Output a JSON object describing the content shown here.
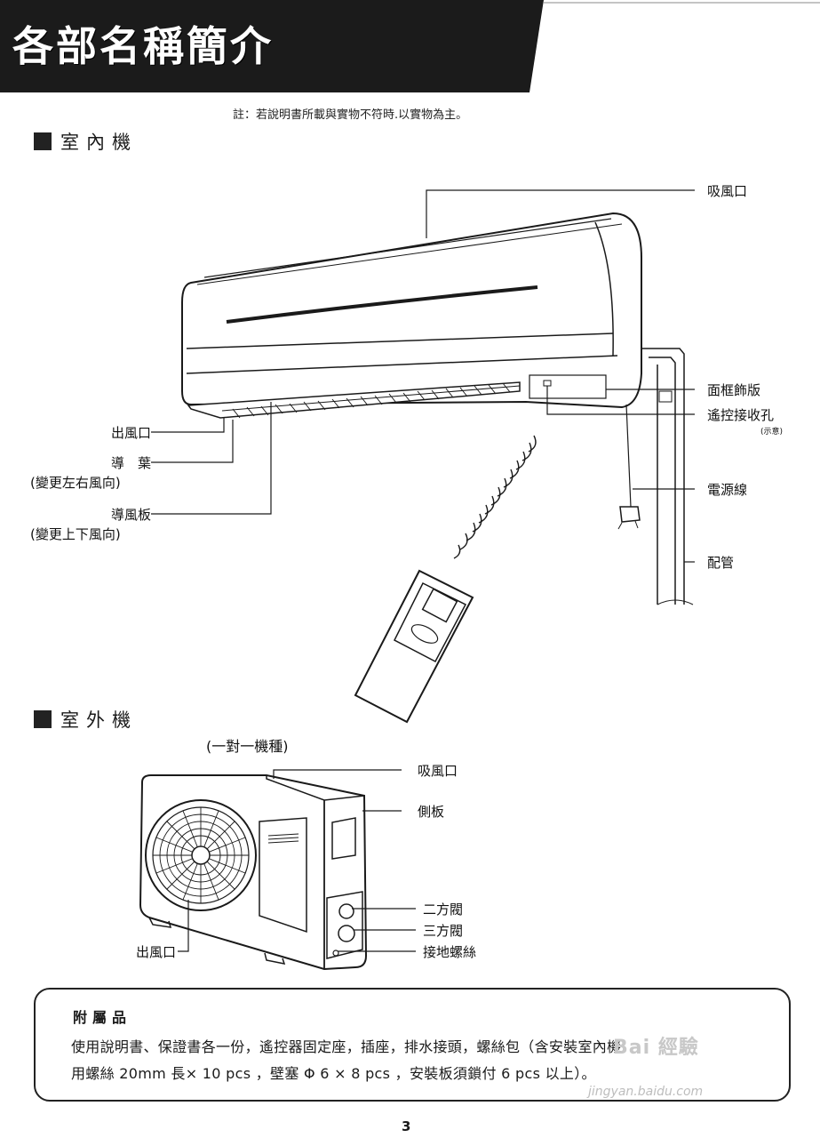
{
  "header": {
    "title": "各部名稱簡介"
  },
  "note": "註：若說明書所載與實物不符時.以實物為主。",
  "indoor": {
    "section_title": "室內機",
    "labels": {
      "air_inlet": "吸風口",
      "front_panel": "面框飾版",
      "remote_receiver": "遙控接收孔",
      "remote_receiver_note": "(示意)",
      "power_cord": "電源線",
      "piping": "配管",
      "air_outlet": "出風口",
      "louver": "導　葉",
      "louver_note": "(變更左右風向)",
      "deflector": "導風板",
      "deflector_note": "(變更上下風向)"
    }
  },
  "outdoor": {
    "section_title": "室外機",
    "subtitle": "(一對一機種)",
    "labels": {
      "air_inlet": "吸風口",
      "side_panel": "側板",
      "two_way_valve": "二方閥",
      "three_way_valve": "三方閥",
      "ground_screw": "接地螺絲",
      "air_outlet": "出風口"
    }
  },
  "accessories": {
    "title": "附屬品",
    "line1": "使用說明書、保證書各一份，遙控器固定座，插座，排水接頭，螺絲包（含安裝室內機",
    "line2": "用螺絲 20mm 長× 10 pcs ，壁塞 Φ 6 × 8 pcs ，安裝板須鎖付 6 pcs 以上）。"
  },
  "watermark": {
    "brand": "Bai 經驗",
    "url": "jingyan.baidu.com"
  },
  "page_number": "3"
}
